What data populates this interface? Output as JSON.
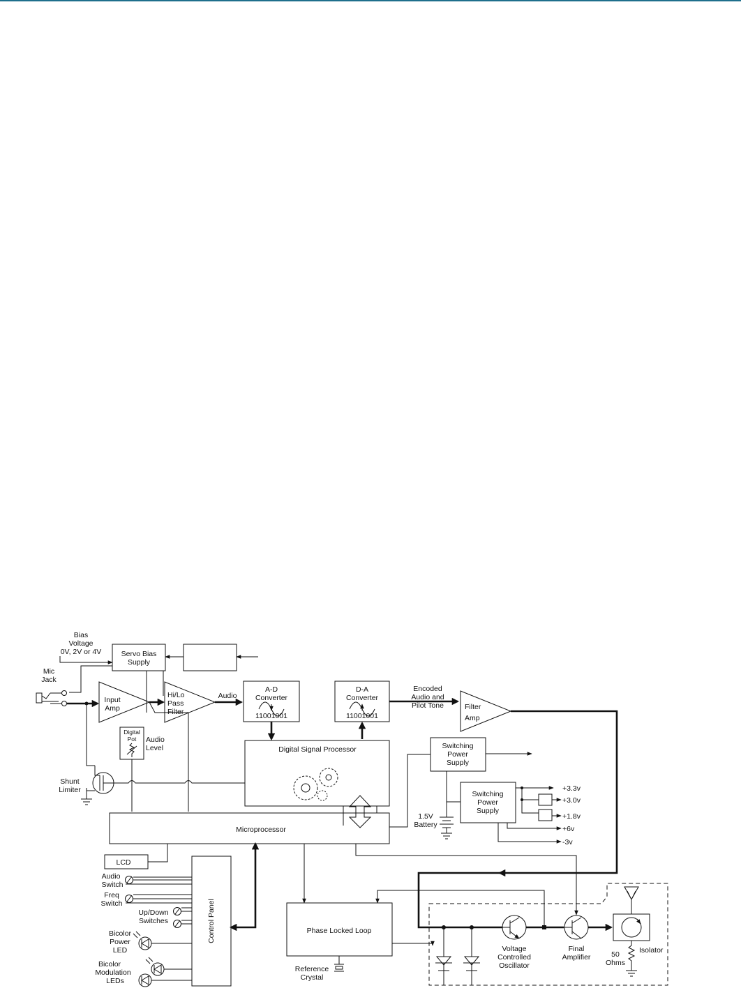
{
  "colors": {
    "header_rule": "#1e6f8c",
    "ink": "#111111"
  },
  "labels": {
    "bias_1": "Bias",
    "bias_2": "Voltage",
    "bias_3": "0V, 2V or 4V",
    "servo_1": "Servo Bias",
    "servo_2": "Supply",
    "mic_1": "Mic",
    "mic_2": "Jack",
    "input_amp_1": "Input",
    "input_amp_2": "Amp",
    "hilo_1": "Hi/Lo",
    "hilo_2": "Pass",
    "hilo_3": "Filter",
    "audio": "Audio",
    "ad_1": "A-D",
    "ad_2": "Converter",
    "ad_bits": "11001001",
    "da_1": "D-A",
    "da_2": "Converter",
    "da_bits": "11001001",
    "encoded_1": "Encoded",
    "encoded_2": "Audio and",
    "encoded_3": "Pilot Tone",
    "filter_amp_1": "Filter",
    "filter_amp_2": "Amp",
    "digital_pot_1": "Digital",
    "digital_pot_2": "Pot",
    "audio_level_1": "Audio",
    "audio_level_2": "Level",
    "shunt_1": "Shunt",
    "shunt_2": "Limiter",
    "dsp": "Digital Signal Processor",
    "sps1_1": "Switching",
    "sps1_2": "Power",
    "sps1_3": "Supply",
    "sps2_1": "Switching",
    "sps2_2": "Power",
    "sps2_3": "Supply",
    "v33": "+3.3v",
    "v30": "+3.0v",
    "v18": "+1.8v",
    "v6": "+6v",
    "vm3": "-3v",
    "battery_1": "1.5V",
    "battery_2": "Battery",
    "micro": "Microprocessor",
    "lcd": "LCD",
    "audio_sw_1": "Audio",
    "audio_sw_2": "Switch",
    "freq_sw_1": "Freq",
    "freq_sw_2": "Switch",
    "updown_1": "Up/Down",
    "updown_2": "Switches",
    "power_led_1": "Bicolor",
    "power_led_2": "Power",
    "power_led_3": "LED",
    "mod_led_1": "Bicolor",
    "mod_led_2": "Modulation",
    "mod_led_3": "LEDs",
    "control_panel": "Control Panel",
    "pll": "Phase Locked Loop",
    "ref_1": "Reference",
    "ref_2": "Crystal",
    "vco_1": "Voltage",
    "vco_2": "Controlled",
    "vco_3": "Oscillator",
    "final_1": "Final",
    "final_2": "Amplifier",
    "ohms_1": "50",
    "ohms_2": "Ohms",
    "isolator": "Isolator"
  }
}
